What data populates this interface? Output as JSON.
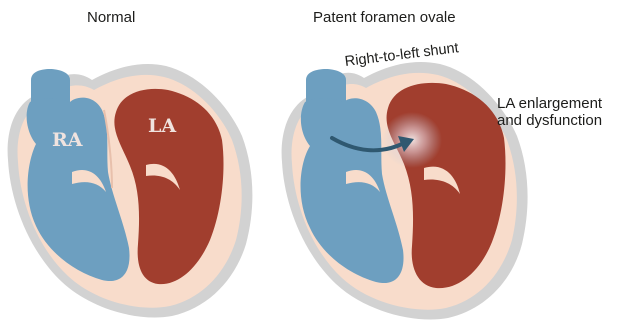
{
  "panels": [
    {
      "title": "Normal",
      "chamber_labels": {
        "right_atrium": "RA",
        "left_atrium": "LA"
      }
    },
    {
      "title": "Patent foramen ovale",
      "shunt_label": "Right-to-left shunt",
      "la_note": [
        "LA enlargement",
        "and dysfunction"
      ]
    }
  ],
  "colors": {
    "outline": "#d0d0d0",
    "wall": "#f8dccb",
    "right_heart_blue": "#6d9fc0",
    "left_heart_red": "#a13e2e",
    "shunt_arrow": "#2f5870",
    "shunt_glow": "#ffffff"
  }
}
